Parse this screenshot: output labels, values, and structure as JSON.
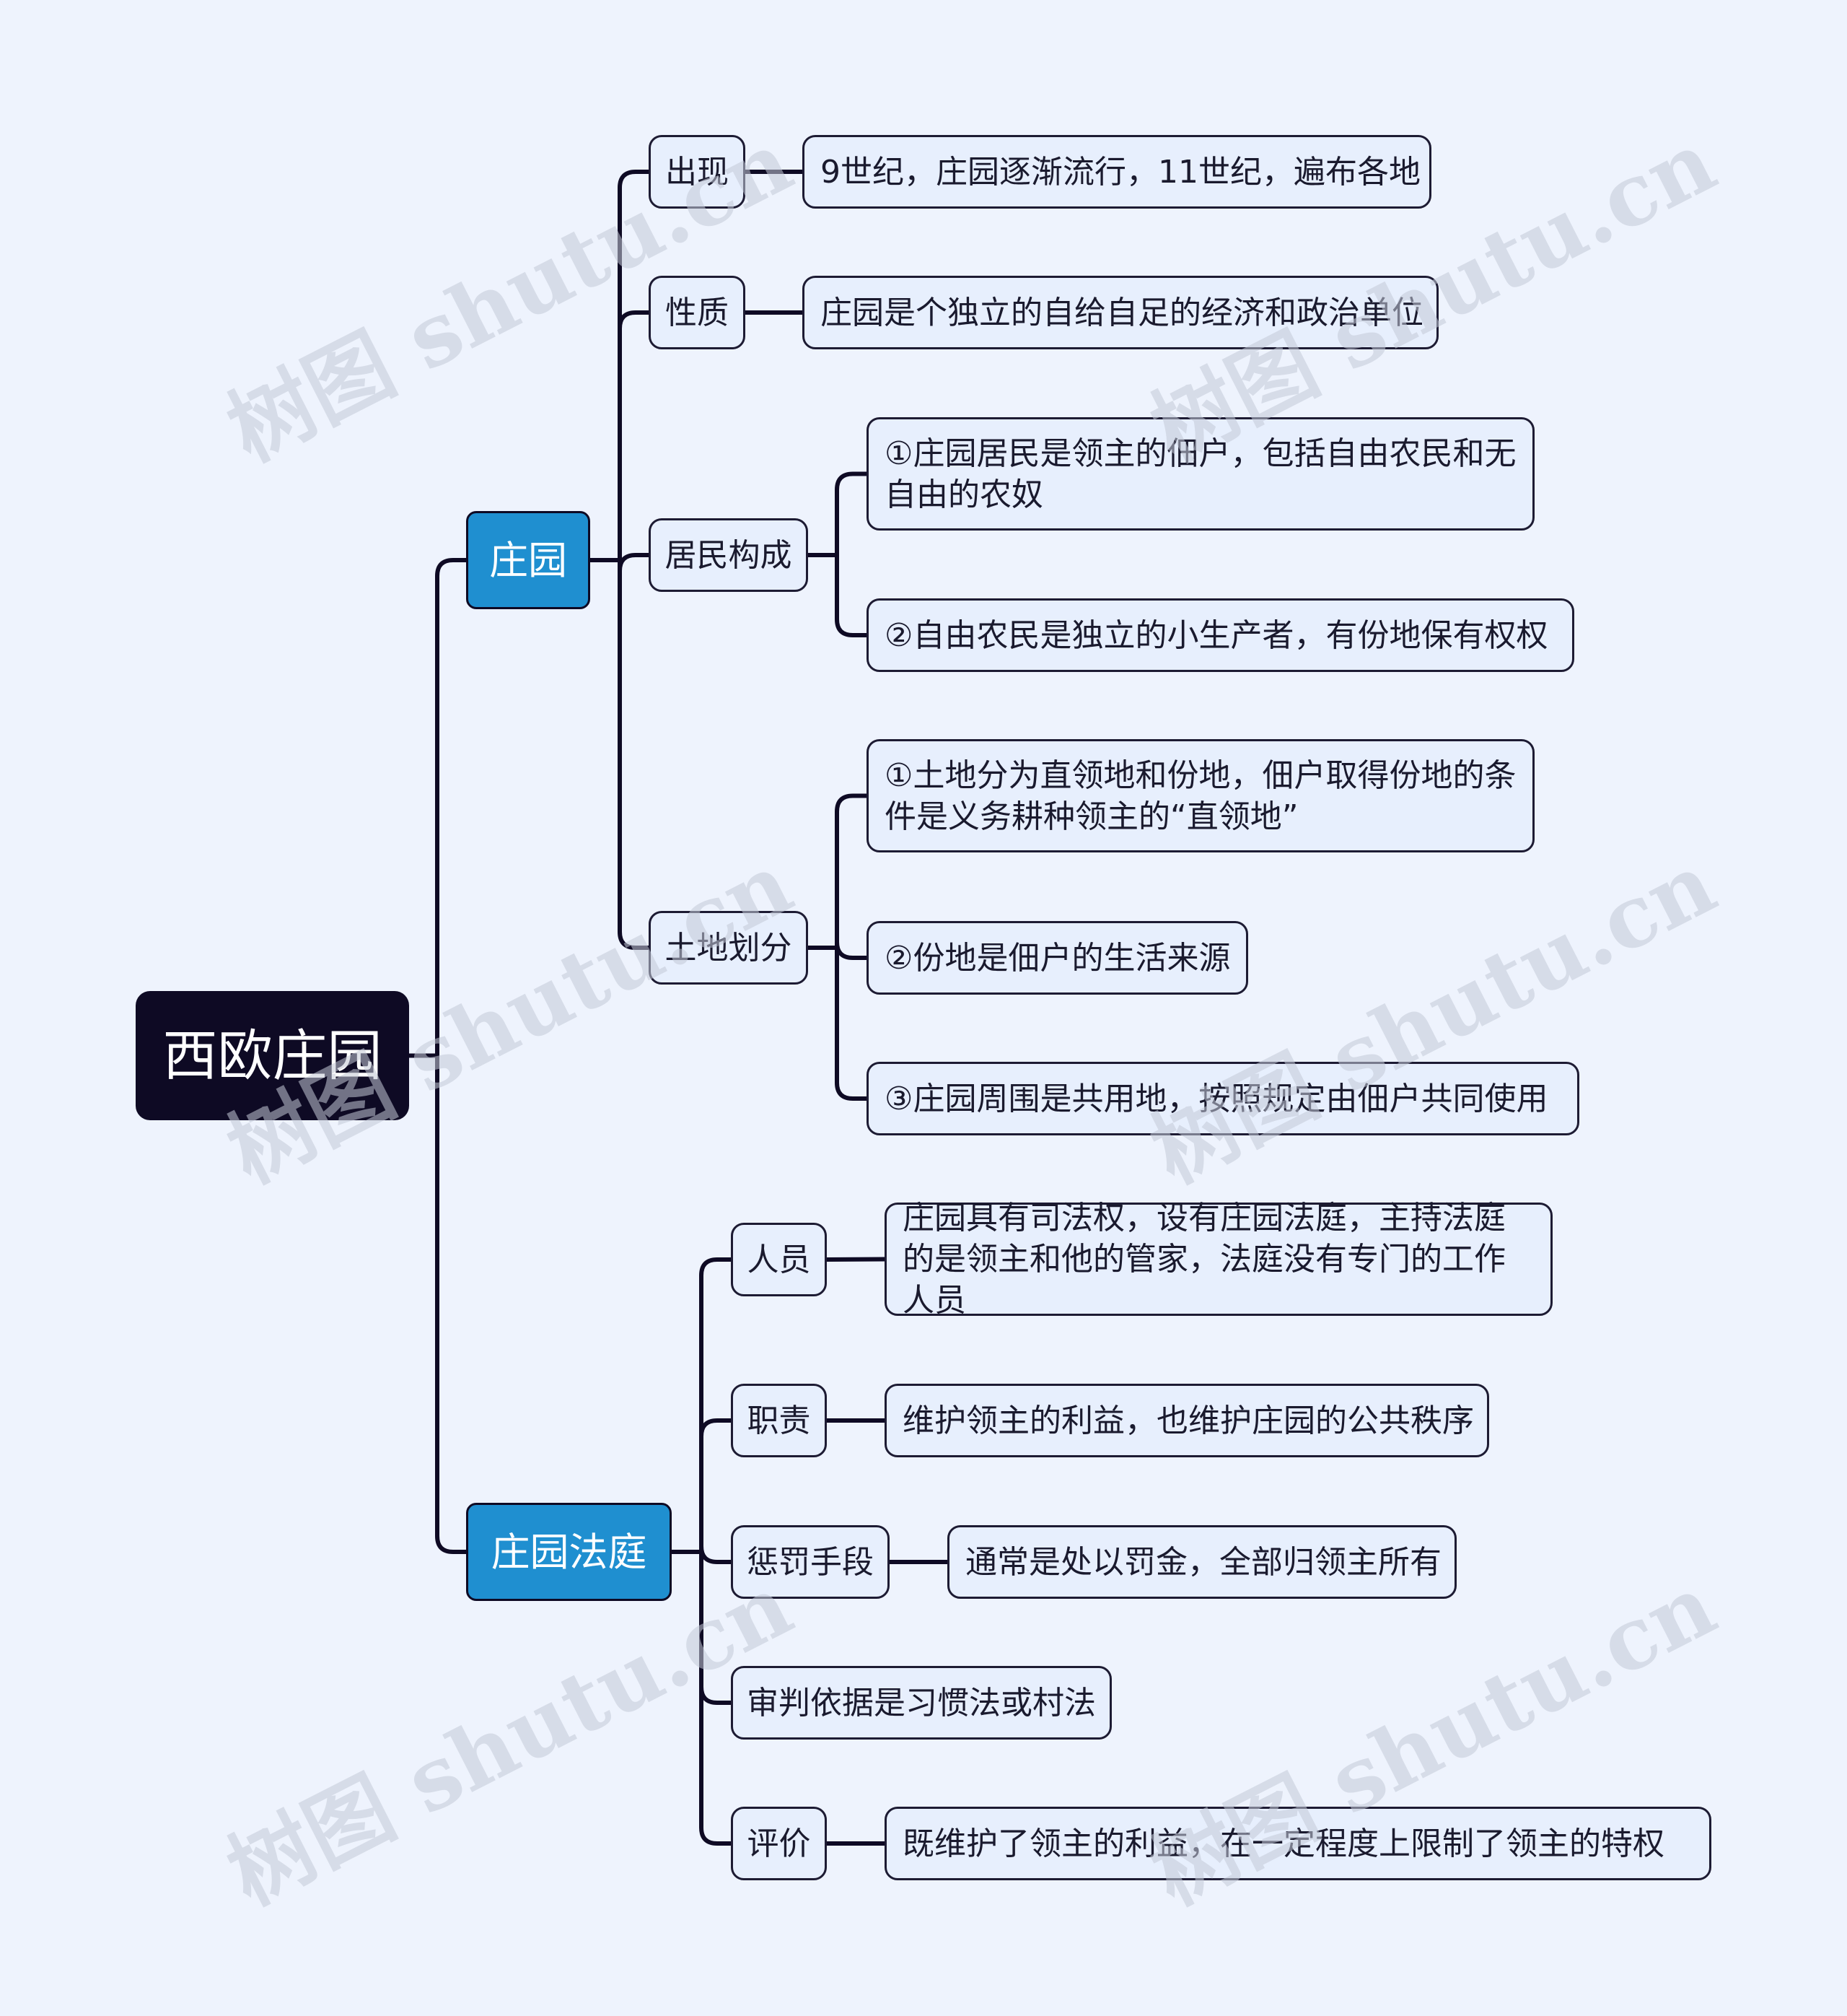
{
  "colors": {
    "background": "#eef3fd",
    "root_fill": "#0e0a24",
    "branch_fill": "#1f8fd0",
    "leaf_fill": "#e7effd",
    "line": "#0e0a24"
  },
  "watermark": "树图 shutu.cn",
  "root": {
    "label": "西欧庄园",
    "children": [
      {
        "label": "庄园",
        "children": [
          {
            "label": "出现",
            "children": [
              {
                "label": "9世纪，庄园逐渐流行，11世纪，遍布各地"
              }
            ]
          },
          {
            "label": "性质",
            "children": [
              {
                "label": "庄园是个独立的自给自足的经济和政治单位"
              }
            ]
          },
          {
            "label": "居民构成",
            "children": [
              {
                "label": "①庄园居民是领主的佃户，包括自由农民和无自由的农奴"
              },
              {
                "label": "②自由农民是独立的小生产者，有份地保有权权"
              }
            ]
          },
          {
            "label": "土地划分",
            "children": [
              {
                "label": "①土地分为直领地和份地，佃户取得份地的条件是义务耕种领主的“直领地”"
              },
              {
                "label": "②份地是佃户的生活来源"
              },
              {
                "label": "③庄园周围是共用地，按照规定由佃户共同使用"
              }
            ]
          }
        ]
      },
      {
        "label": "庄园法庭",
        "children": [
          {
            "label": "人员",
            "children": [
              {
                "label": "庄园具有司法权，设有庄园法庭，主持法庭的是领主和他的管家，法庭没有专门的工作人员"
              }
            ]
          },
          {
            "label": "职责",
            "children": [
              {
                "label": "维护领主的利益，也维护庄园的公共秩序"
              }
            ]
          },
          {
            "label": "惩罚手段",
            "children": [
              {
                "label": "通常是处以罚金，全部归领主所有"
              }
            ]
          },
          {
            "label": "审判依据是习惯法或村法"
          },
          {
            "label": "评价",
            "children": [
              {
                "label": "既维护了领主的利益，在一定程度上限制了领主的特权"
              }
            ]
          }
        ]
      }
    ]
  }
}
